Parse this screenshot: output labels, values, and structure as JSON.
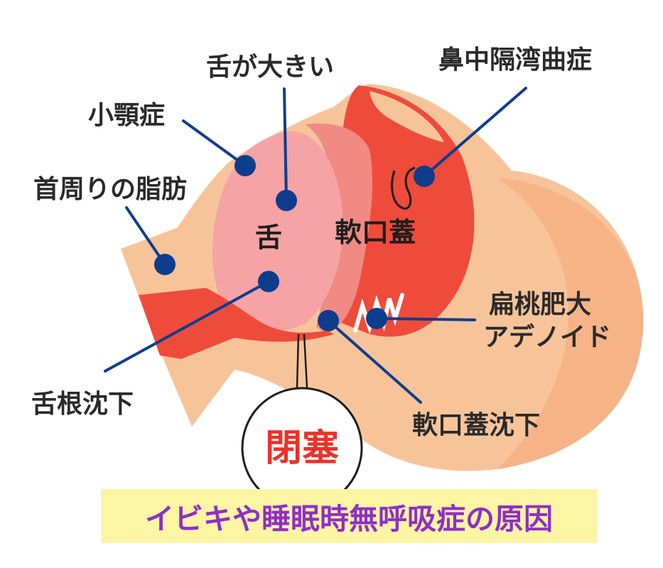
{
  "colors": {
    "skin": "#f7c49a",
    "skin_dark": "#f4a878",
    "tissue_red": "#ef4b3b",
    "tongue_pink": "#f5a3a5",
    "marker_blue": "#0e3d8e",
    "obstruction_red": "#e8322a",
    "caption_bg": "#fbf5a4",
    "caption_text": "#8e2fc6"
  },
  "labels": {
    "tongue_large": "舌が大きい",
    "deviated_septum": "鼻中隔湾曲症",
    "micrognathia": "小顎症",
    "neck_fat": "首周りの脂肪",
    "tonsil_line1": "扁桃肥大",
    "tonsil_line2": "アデノイド",
    "tongue_base_drop": "舌根沈下",
    "soft_palate_drop": "軟口蓋沈下"
  },
  "anatomy": {
    "tongue": "舌",
    "soft_palate": "軟口蓋"
  },
  "callout": {
    "text": "閉塞"
  },
  "caption": {
    "text": "イビキや睡眠時無呼吸症の原因"
  }
}
